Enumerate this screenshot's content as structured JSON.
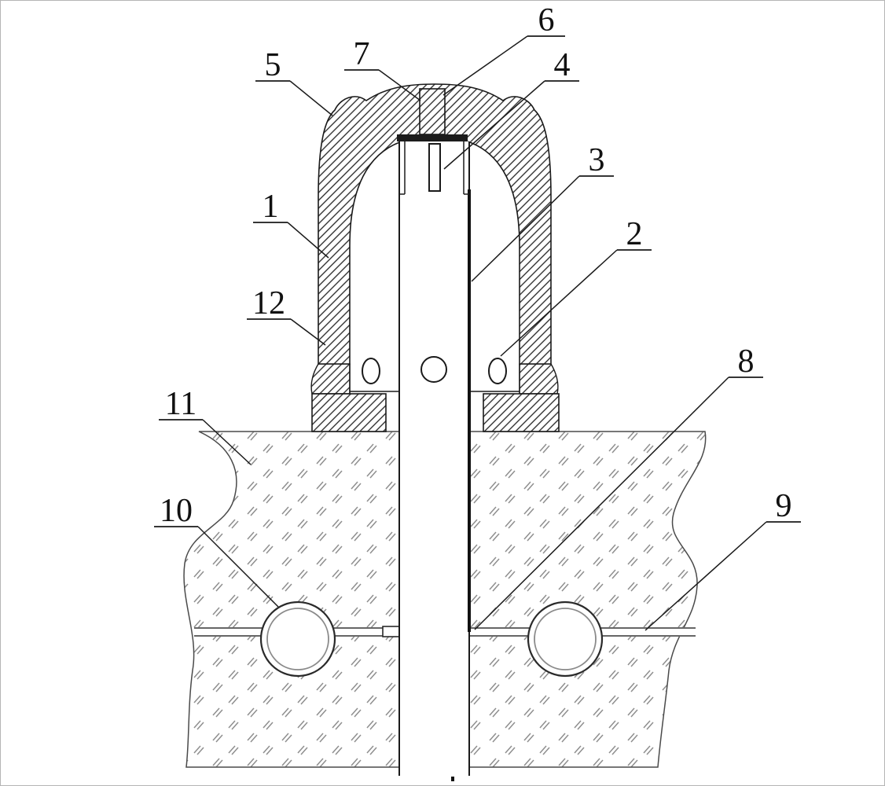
{
  "labels": {
    "n1": "1",
    "n2": "2",
    "n3": "3",
    "n4": "4",
    "n5": "5",
    "n6": "6",
    "n7": "7",
    "n8": "8",
    "n9": "9",
    "n10": "10",
    "n11": "11",
    "n12": "12"
  },
  "colors": {
    "line": "#1a1a1a",
    "ground_hatch": "#8f8f8f",
    "background": "#ffffff"
  }
}
